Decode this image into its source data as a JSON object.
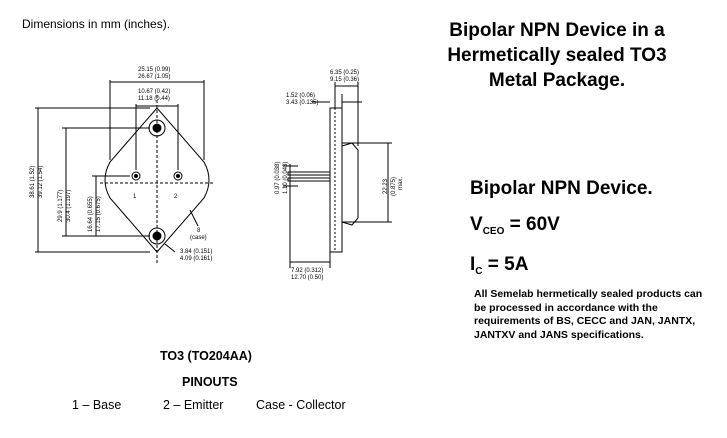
{
  "note_dimensions": "Dimensions in mm (inches).",
  "title_lines": [
    "Bipolar NPN Device in a",
    "Hermetically sealed TO3",
    "Metal Package."
  ],
  "device_type": "Bipolar NPN Device.",
  "vceo": {
    "symbol": "V",
    "sub": "CEO",
    "value": "=  60V"
  },
  "ic": {
    "symbol": "I",
    "sub": "C",
    "value": "= 5A"
  },
  "processing_note": "All Semelab hermetically sealed products can be processed in accordance with the requirements of BS, CECC and JAN, JANTX, JANTXV and JANS specifications.",
  "package": "TO3 (TO204AA)",
  "pinouts_heading": "PINOUTS",
  "pins": [
    "1 – Base",
    "2 – Emitter",
    "Case - Collector"
  ],
  "drawing": {
    "dim_width_outer": [
      "25.15 (0.99)",
      "26.67 (1.05)"
    ],
    "dim_hole_spacing": [
      "10.67 (0.42)",
      "11.18 (0.44)"
    ],
    "dim_height_outer": [
      "38.61 (1.52)",
      "39.12 (1.54)"
    ],
    "dim_hole_height": [
      "29.9 (1.177)",
      "30.4 (1.197)"
    ],
    "dim_pin_height": [
      "16.64 (0.655)",
      "17.15 (0.675)"
    ],
    "dim_radius": [
      "3.84 (0.151)",
      "4.09 (0.161)"
    ],
    "pin1_label": "1",
    "pin2_label": "2",
    "case_label": [
      "8",
      "(case)"
    ],
    "dim_flange": [
      "1.52 (0.06)",
      "3.43 (0.135)"
    ],
    "dim_top": [
      "6.35 (0.25)",
      "9.15 (0.36)"
    ],
    "dim_lead_dia": [
      "0.97 (0.038)",
      "1.10 (0.043)"
    ],
    "dim_body_height": [
      "22.23",
      "(0.875)",
      "max."
    ],
    "dim_lead_length": [
      "7.92 (0.312)",
      "12.70 (0.50)"
    ]
  }
}
